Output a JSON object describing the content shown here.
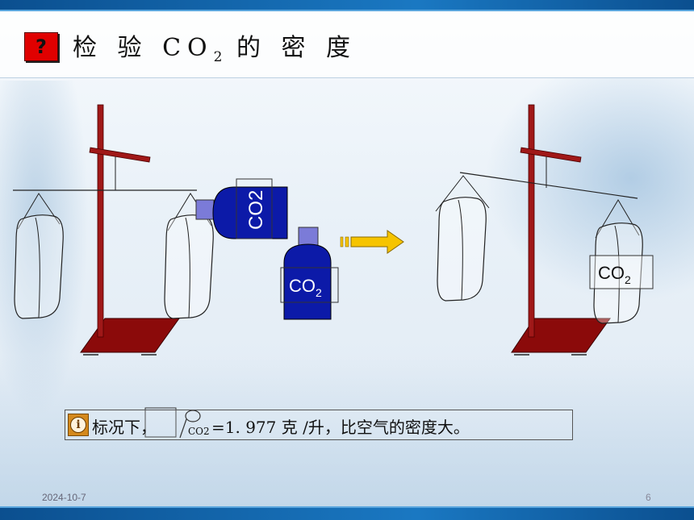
{
  "slide": {
    "title_main": "检 验 CO",
    "title_sub": "2",
    "title_tail": " 的 密 度",
    "help_icon": "question-mark-icon",
    "help_glyph": "?"
  },
  "labels": {
    "cylinder_tilted": "CO2",
    "cylinder_upright_main": "CO",
    "cylinder_upright_sub": "2",
    "bag_right_main": "CO",
    "bag_right_sub": "2"
  },
  "note": {
    "icon": "info-icon",
    "icon_glyph": "i",
    "prefix": "标况下，",
    "rho_sub": "CO2",
    "value": "=1. 977 克 /升，比空气的密度大。"
  },
  "footer": {
    "date": "2024-10-7",
    "page": "6"
  },
  "colors": {
    "stand": "#a01818",
    "base": "#8b0a0a",
    "cylinder": "#0c1aa8",
    "valve": "#7b7bd8",
    "arrow": "#f6c400",
    "header_bar": "#1a78c2"
  }
}
